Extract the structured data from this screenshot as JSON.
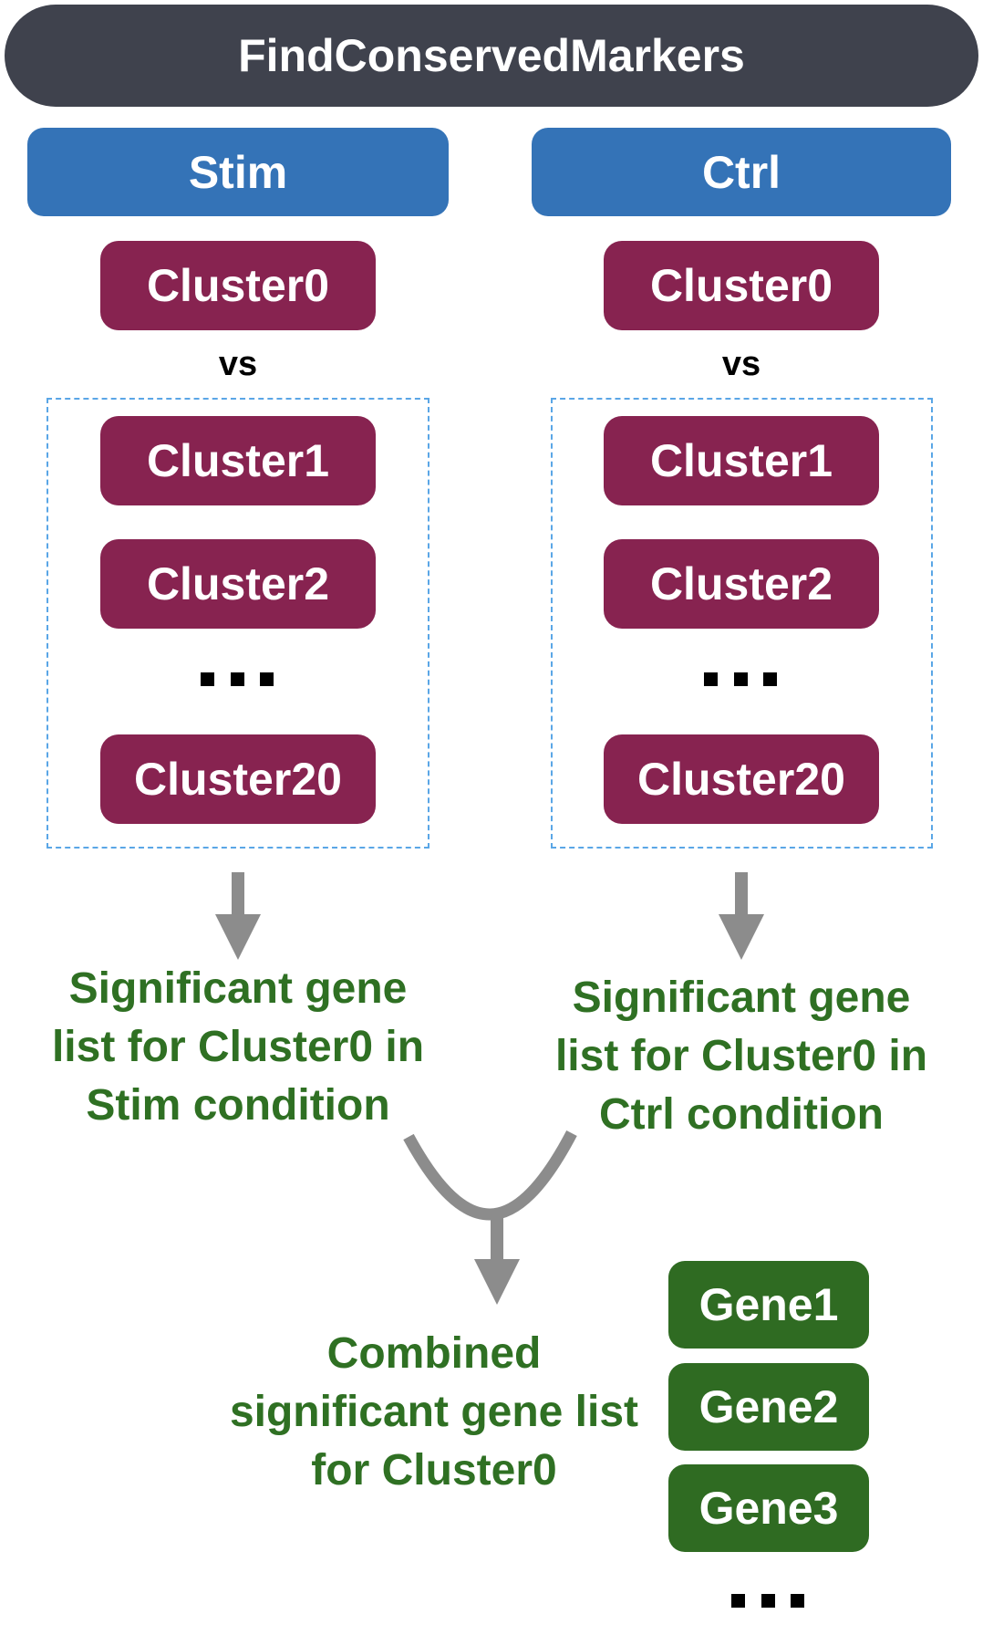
{
  "title": "FindConservedMarkers",
  "conditions": {
    "stim": {
      "label": "Stim",
      "reference": "Cluster0",
      "vs": "vs",
      "others": [
        "Cluster1",
        "Cluster2",
        "Cluster20"
      ],
      "result": [
        "Significant gene",
        "list for Cluster0 in",
        "Stim condition"
      ]
    },
    "ctrl": {
      "label": "Ctrl",
      "reference": "Cluster0",
      "vs": "vs",
      "others": [
        "Cluster1",
        "Cluster2",
        "Cluster20"
      ],
      "result": [
        "Significant gene",
        "list for Cluster0 in",
        "Ctrl condition"
      ]
    }
  },
  "combined": {
    "text": [
      "Combined",
      "significant gene list",
      "for Cluster0"
    ],
    "genes": [
      "Gene1",
      "Gene2",
      "Gene3"
    ]
  },
  "colors": {
    "title_bar": "#3f424d",
    "condition": "#3473b7",
    "cluster": "#872350",
    "result_text": "#2f7023",
    "gene": "#2f6b22",
    "arrow": "#8c8c8c",
    "dashed_border": "#5aa6e6"
  }
}
